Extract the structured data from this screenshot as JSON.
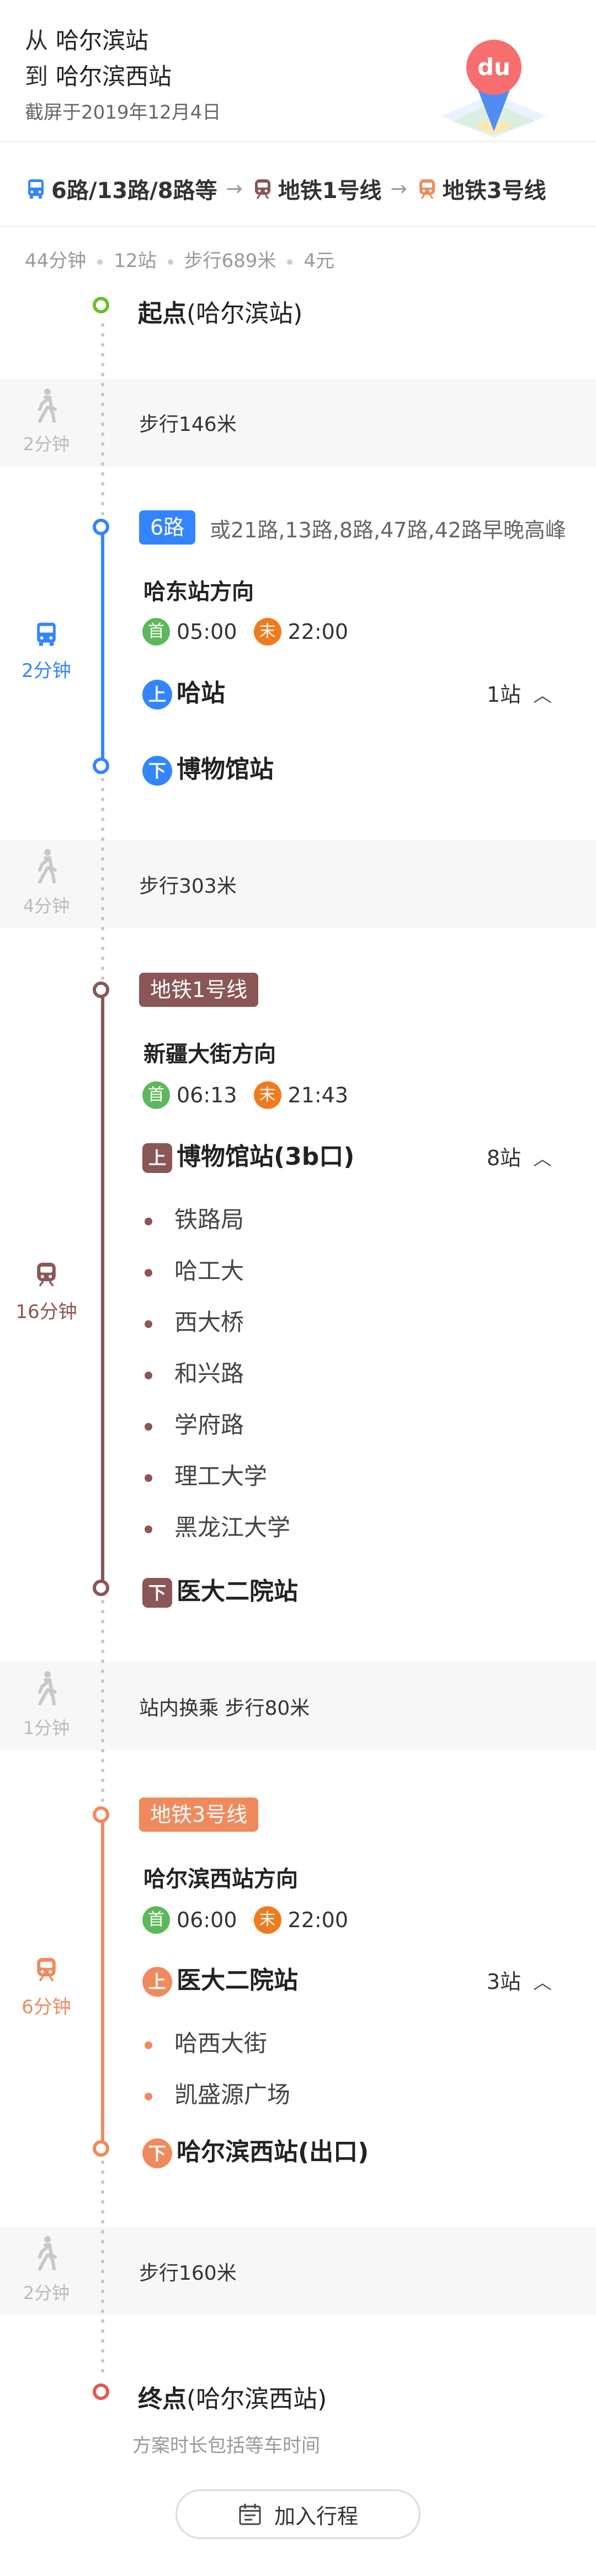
{
  "header": {
    "from_prefix": "从",
    "from": "哈尔滨站",
    "to_prefix": "到",
    "to": "哈尔滨西站",
    "date": "截屏于2019年12月4日",
    "logo_text": "du"
  },
  "summary": {
    "bus_routes": "6路/13路/8路等",
    "metro1": "地铁1号线",
    "metro3": "地铁3号线",
    "arrow": "→",
    "duration": "44分钟",
    "stations": "12站",
    "walk": "步行689米",
    "fare": "4元"
  },
  "start": {
    "label": "起点",
    "place": "(哈尔滨站)"
  },
  "walks": [
    {
      "min": "2分钟",
      "text": "步行146米"
    },
    {
      "min": "4分钟",
      "text": "步行303米"
    },
    {
      "min": "1分钟",
      "text": "站内换乘 步行80米"
    },
    {
      "min": "2分钟",
      "text": "步行160米"
    }
  ],
  "bus": {
    "color": "#3385ff",
    "minutes": "2分钟",
    "line": "6路",
    "alternatives": "或21路,13路,8路,47路,42路早晚高峰",
    "direction": "哈东站方向",
    "first_label": "首",
    "first_time": "05:00",
    "last_label": "末",
    "last_time": "22:00",
    "board_label": "上",
    "board": "哈站",
    "count": "1站",
    "alight_label": "下",
    "alight": "博物馆站"
  },
  "metro1": {
    "color": "#8a5656",
    "minutes": "16分钟",
    "line": "地铁1号线",
    "direction": "新疆大街方向",
    "first_label": "首",
    "first_time": "06:13",
    "last_label": "末",
    "last_time": "21:43",
    "board_label": "上",
    "board": "博物馆站(3b口)",
    "count": "8站",
    "stops": [
      "铁路局",
      "哈工大",
      "西大桥",
      "和兴路",
      "学府路",
      "理工大学",
      "黑龙江大学"
    ],
    "alight_label": "下",
    "alight": "医大二院站"
  },
  "metro3": {
    "color": "#f08a5d",
    "minutes": "6分钟",
    "line": "地铁3号线",
    "direction": "哈尔滨西站方向",
    "first_label": "首",
    "first_time": "06:00",
    "last_label": "末",
    "last_time": "22:00",
    "board_label": "上",
    "board": "医大二院站",
    "count": "3站",
    "stops": [
      "哈西大街",
      "凯盛源广场"
    ],
    "alight_label": "下",
    "alight": "哈尔滨西站(出口)"
  },
  "end": {
    "label": "终点",
    "place": "(哈尔滨西站)"
  },
  "footer": {
    "note": "方案时长包括等车时间",
    "add_button": "加入行程"
  },
  "colors": {
    "start": "#6bbf2a",
    "end": "#e05a52",
    "first_badge": "#5cb85c",
    "last_badge": "#f07b1d"
  }
}
